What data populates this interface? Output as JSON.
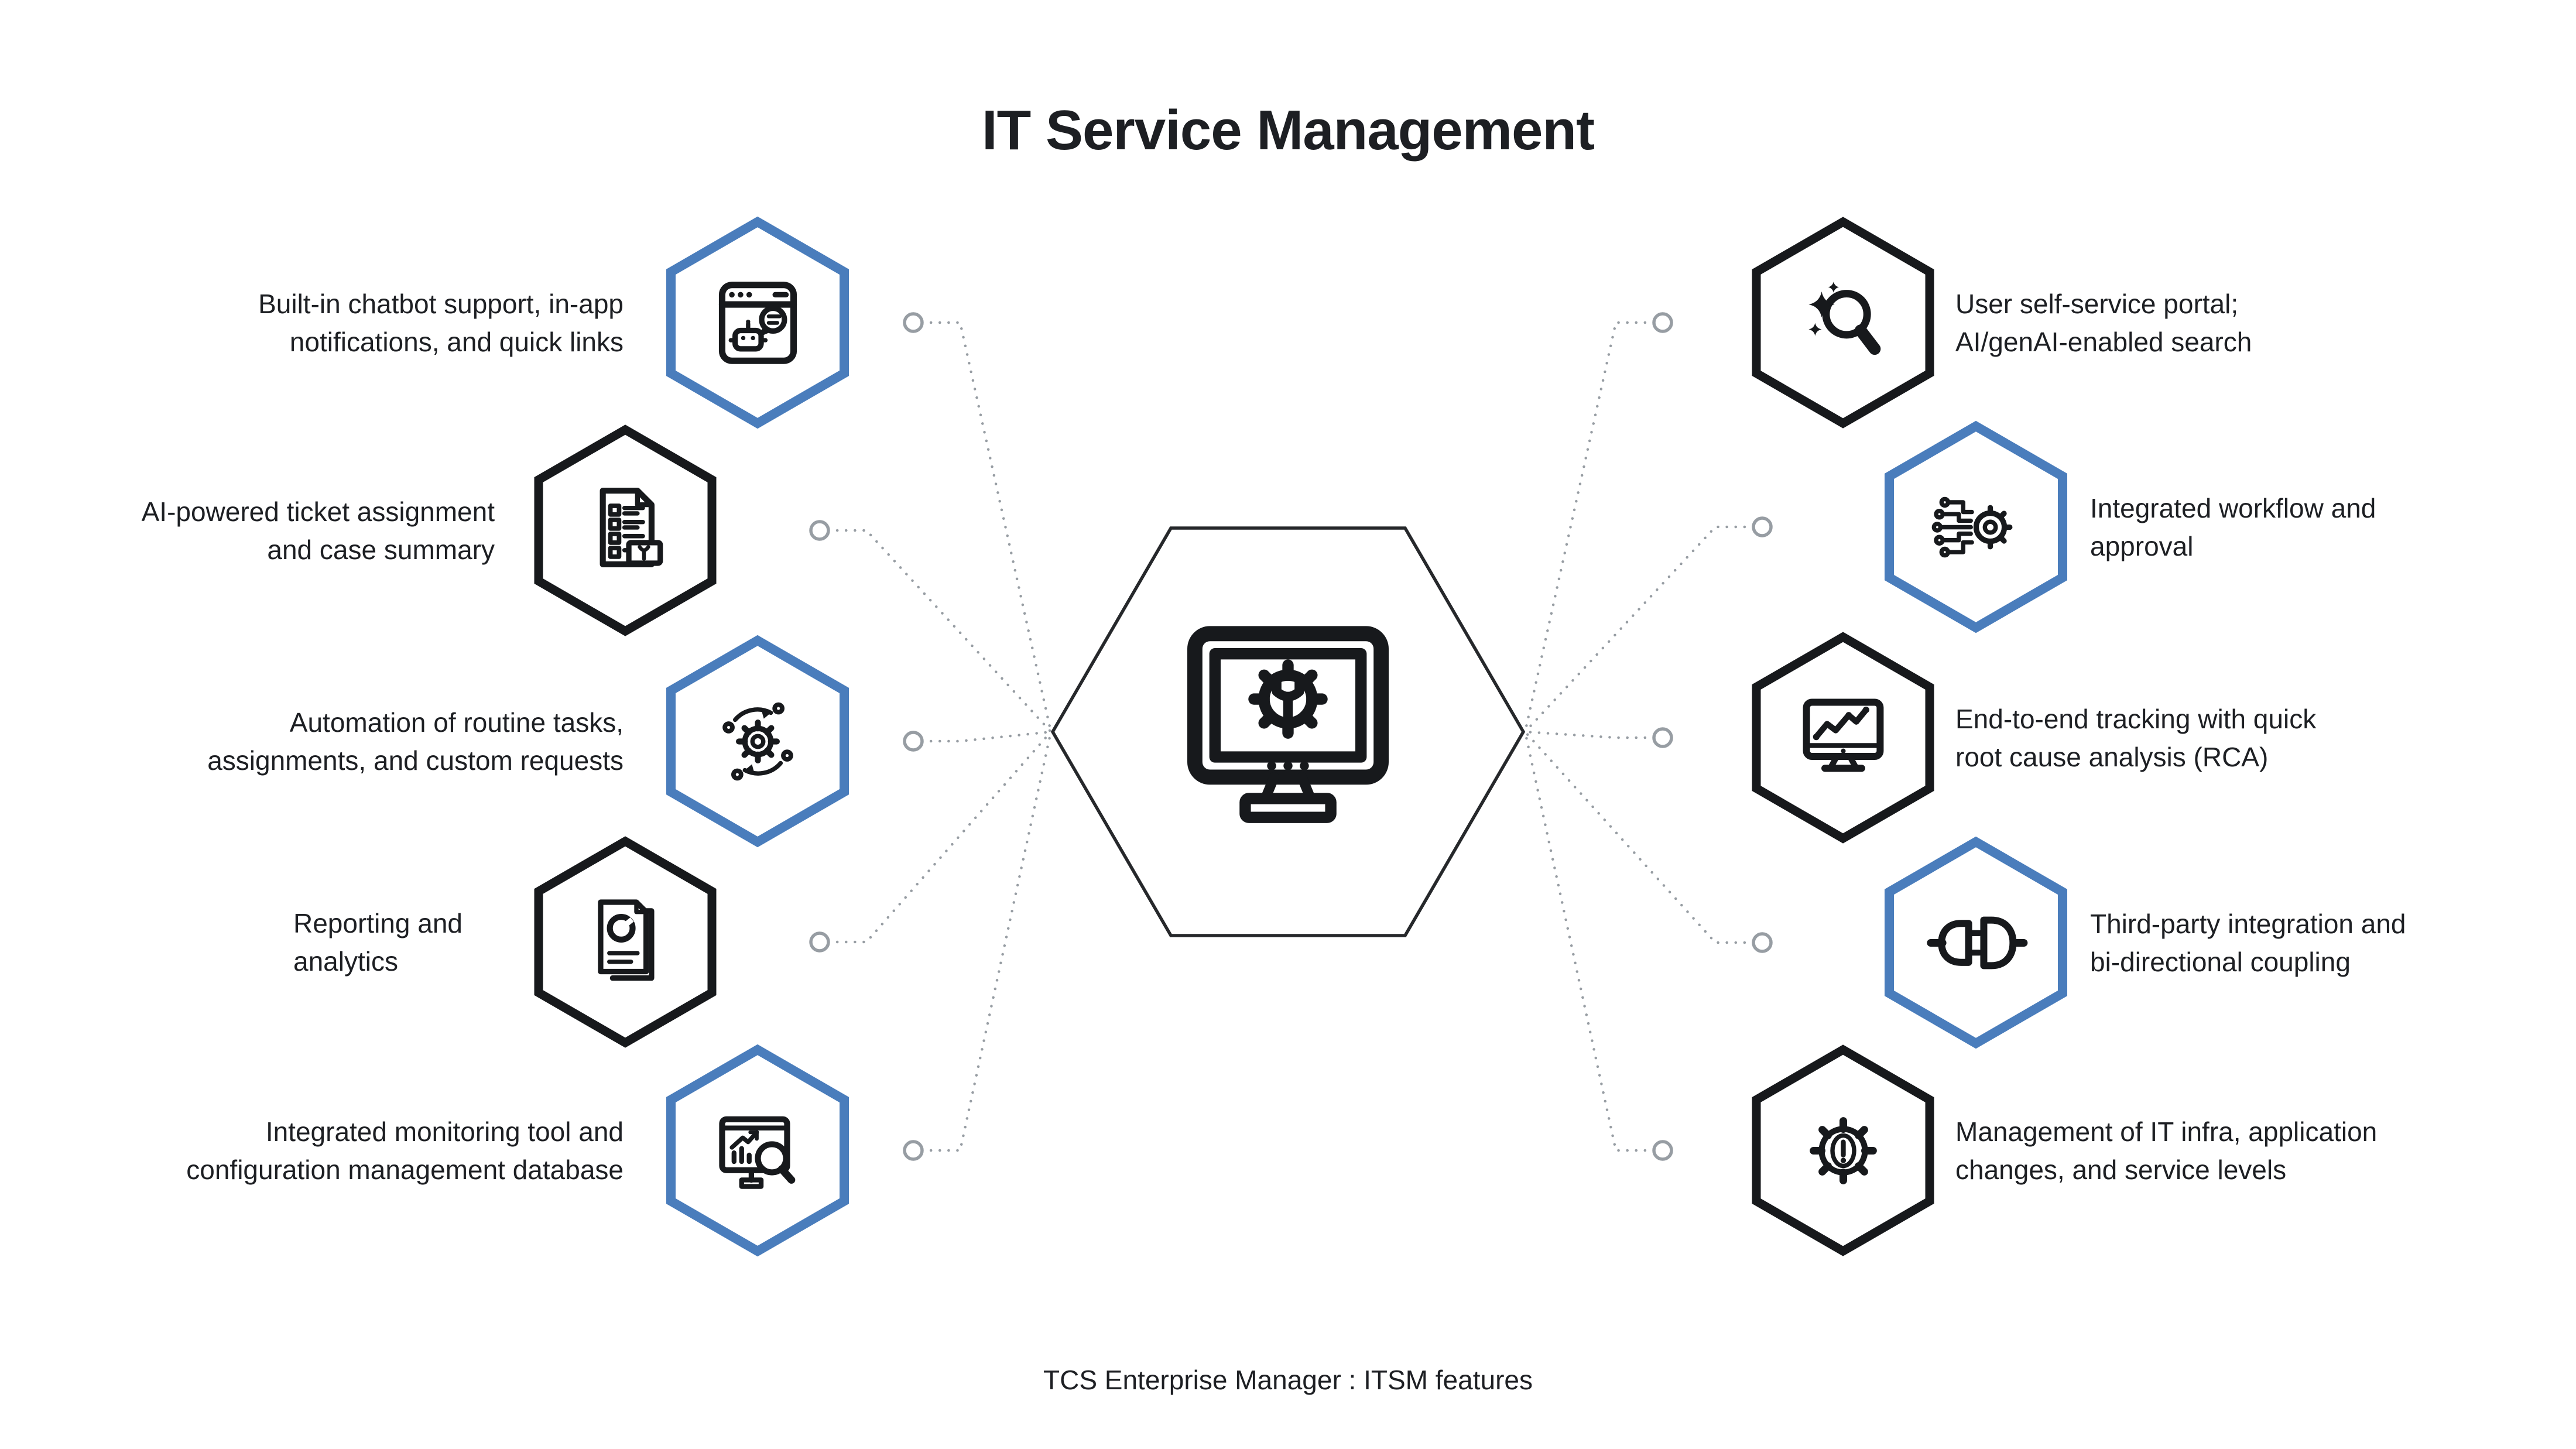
{
  "title": "IT Service Management",
  "caption": "TCS Enterprise Manager : ITSM features",
  "colors": {
    "blue": "#4a7dbc",
    "ink": "#17191c",
    "gray": "#979da3",
    "text": "#1d1f23"
  },
  "center": {
    "icon": "monitor-gear-wrench-icon"
  },
  "left_items": [
    {
      "icon": "chatbot-browser-icon",
      "hex_color": "blue",
      "lines": [
        "Built-in chatbot support, in-app",
        "notifications, and quick links"
      ]
    },
    {
      "icon": "ticket-checklist-icon",
      "hex_color": "black",
      "lines": [
        "AI-powered ticket assignment",
        "and case summary"
      ]
    },
    {
      "icon": "automation-gear-icon",
      "hex_color": "blue",
      "lines": [
        "Automation of routine tasks,",
        "assignments, and custom requests"
      ]
    },
    {
      "icon": "report-analytics-icon",
      "hex_color": "black",
      "lines": [
        "Reporting and",
        "analytics"
      ]
    },
    {
      "icon": "monitoring-cmdb-icon",
      "hex_color": "blue",
      "lines": [
        "Integrated monitoring tool and",
        "configuration management database"
      ]
    }
  ],
  "right_items": [
    {
      "icon": "ai-search-icon",
      "hex_color": "black",
      "lines": [
        "User self-service portal;",
        "AI/genAI-enabled search"
      ]
    },
    {
      "icon": "workflow-gear-icon",
      "hex_color": "blue",
      "lines": [
        "Integrated workflow and",
        "approval"
      ]
    },
    {
      "icon": "tracking-monitor-icon",
      "hex_color": "black",
      "lines": [
        "End-to-end tracking with quick",
        "root cause analysis (RCA)"
      ]
    },
    {
      "icon": "plug-integration-icon",
      "hex_color": "blue",
      "lines": [
        "Third-party integration and",
        "bi-directional coupling"
      ]
    },
    {
      "icon": "gear-alert-icon",
      "hex_color": "black",
      "lines": [
        "Management of IT infra, application",
        "changes, and service levels"
      ]
    }
  ]
}
